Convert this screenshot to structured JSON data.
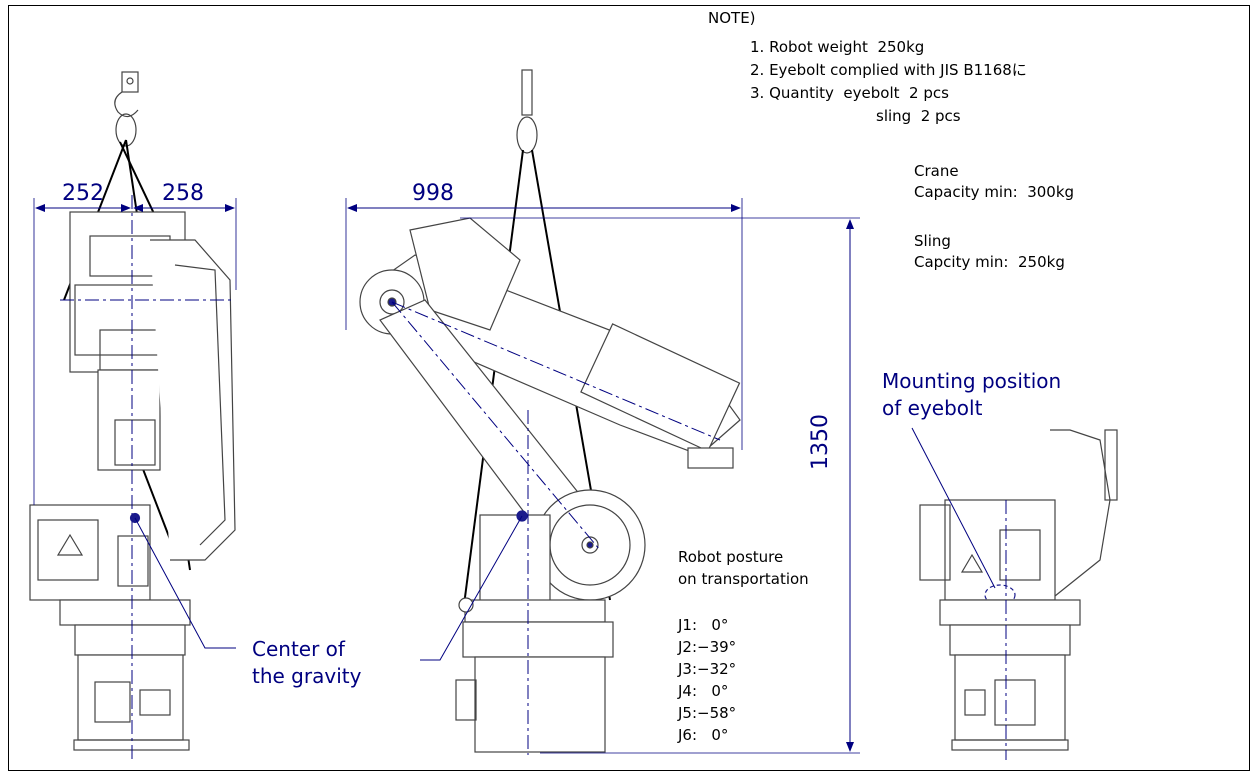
{
  "notes": {
    "header": "NOTE)",
    "items": [
      "1. Robot weight  250kg",
      "2. Eyebolt complied with JIS B1168に",
      "3. Quantity  eyebolt  2 pcs",
      "sling  2 pcs"
    ]
  },
  "crane": {
    "title": "Crane",
    "capacity": "Capacity min:  300kg"
  },
  "sling": {
    "title": "Sling",
    "capacity": "Capcity min:  250kg"
  },
  "dimensions": {
    "left_width": "252",
    "right_width": "258",
    "reach": "998",
    "height": "1350"
  },
  "labels": {
    "mounting_line1": "Mounting position",
    "mounting_line2": "of eyebolt",
    "gravity_line1": "Center of",
    "gravity_line2": "the gravity"
  },
  "posture": {
    "title_line1": "Robot posture",
    "title_line2": "on transportation",
    "joints": [
      "J1:   0°",
      "J2:−39°",
      "J3:−32°",
      "J4:   0°",
      "J5:−58°",
      "J6:   0°"
    ]
  },
  "colors": {
    "dimension": "#000080",
    "outline": "#404040",
    "accent": "#1a1a8c"
  }
}
